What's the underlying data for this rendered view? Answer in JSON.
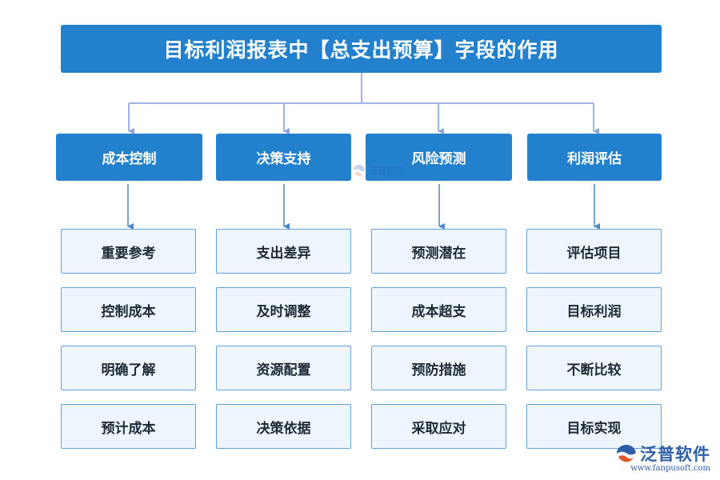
{
  "title": "目标利润报表中【总支出预算】字段的作用",
  "categories": [
    {
      "label": "成本控制",
      "items": [
        "重要参考",
        "控制成本",
        "明确了解",
        "预计成本"
      ]
    },
    {
      "label": "决策支持",
      "items": [
        "支出差异",
        "及时调整",
        "资源配置",
        "决策依据"
      ]
    },
    {
      "label": "风险预测",
      "items": [
        "预测潜在",
        "成本超支",
        "预防措施",
        "采取应对"
      ]
    },
    {
      "label": "利润评估",
      "items": [
        "评估项目",
        "目标利润",
        "不断比较",
        "目标实现"
      ]
    }
  ],
  "watermark": {
    "text": "泛普软件"
  },
  "logo": {
    "text": "泛普软件",
    "url": "www.fanpusoft.com"
  },
  "colors": {
    "primary": "#2380cc",
    "item_border": "#5ea3dc",
    "item_fill": "#eef5fc",
    "connector": "#9fb4e3"
  }
}
